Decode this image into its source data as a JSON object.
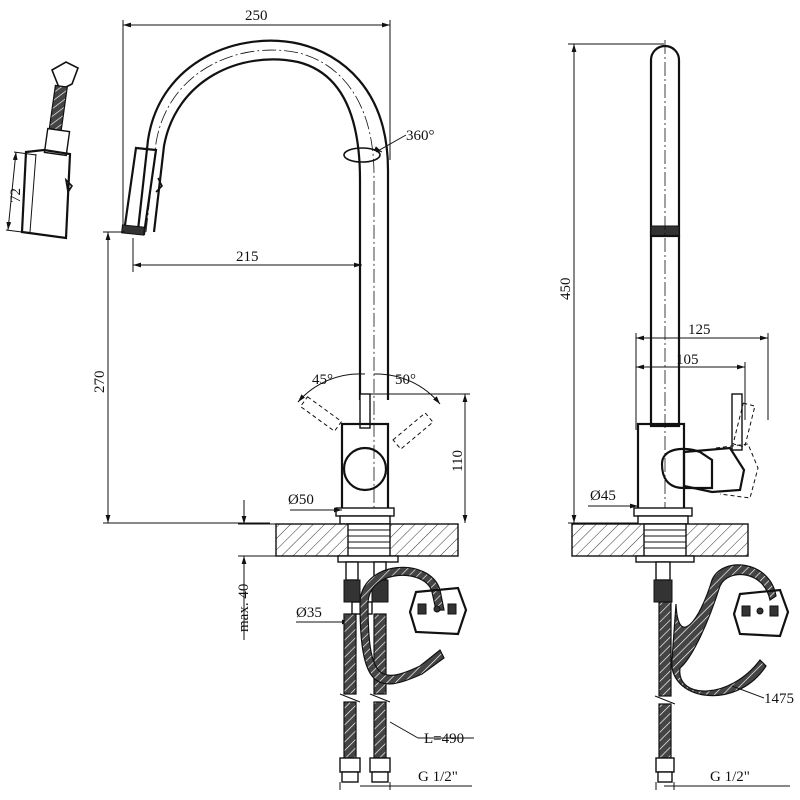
{
  "front_view": {
    "width_250": "250",
    "reach_215": "215",
    "height_270": "270",
    "swivel_360": "360°",
    "angle_45": "45°",
    "angle_50": "50°",
    "height_110": "110",
    "dia_50": "Ø50",
    "dia_35": "Ø35",
    "max_40": "max. 40",
    "hose_len": "L=490",
    "thread": "G 1/2\""
  },
  "spray_head": {
    "length_72": "72"
  },
  "side_view": {
    "height_450": "450",
    "depth_125": "125",
    "depth_105": "105",
    "dia_45": "Ø45",
    "hose_1475": "1475",
    "thread": "G 1/2\""
  }
}
